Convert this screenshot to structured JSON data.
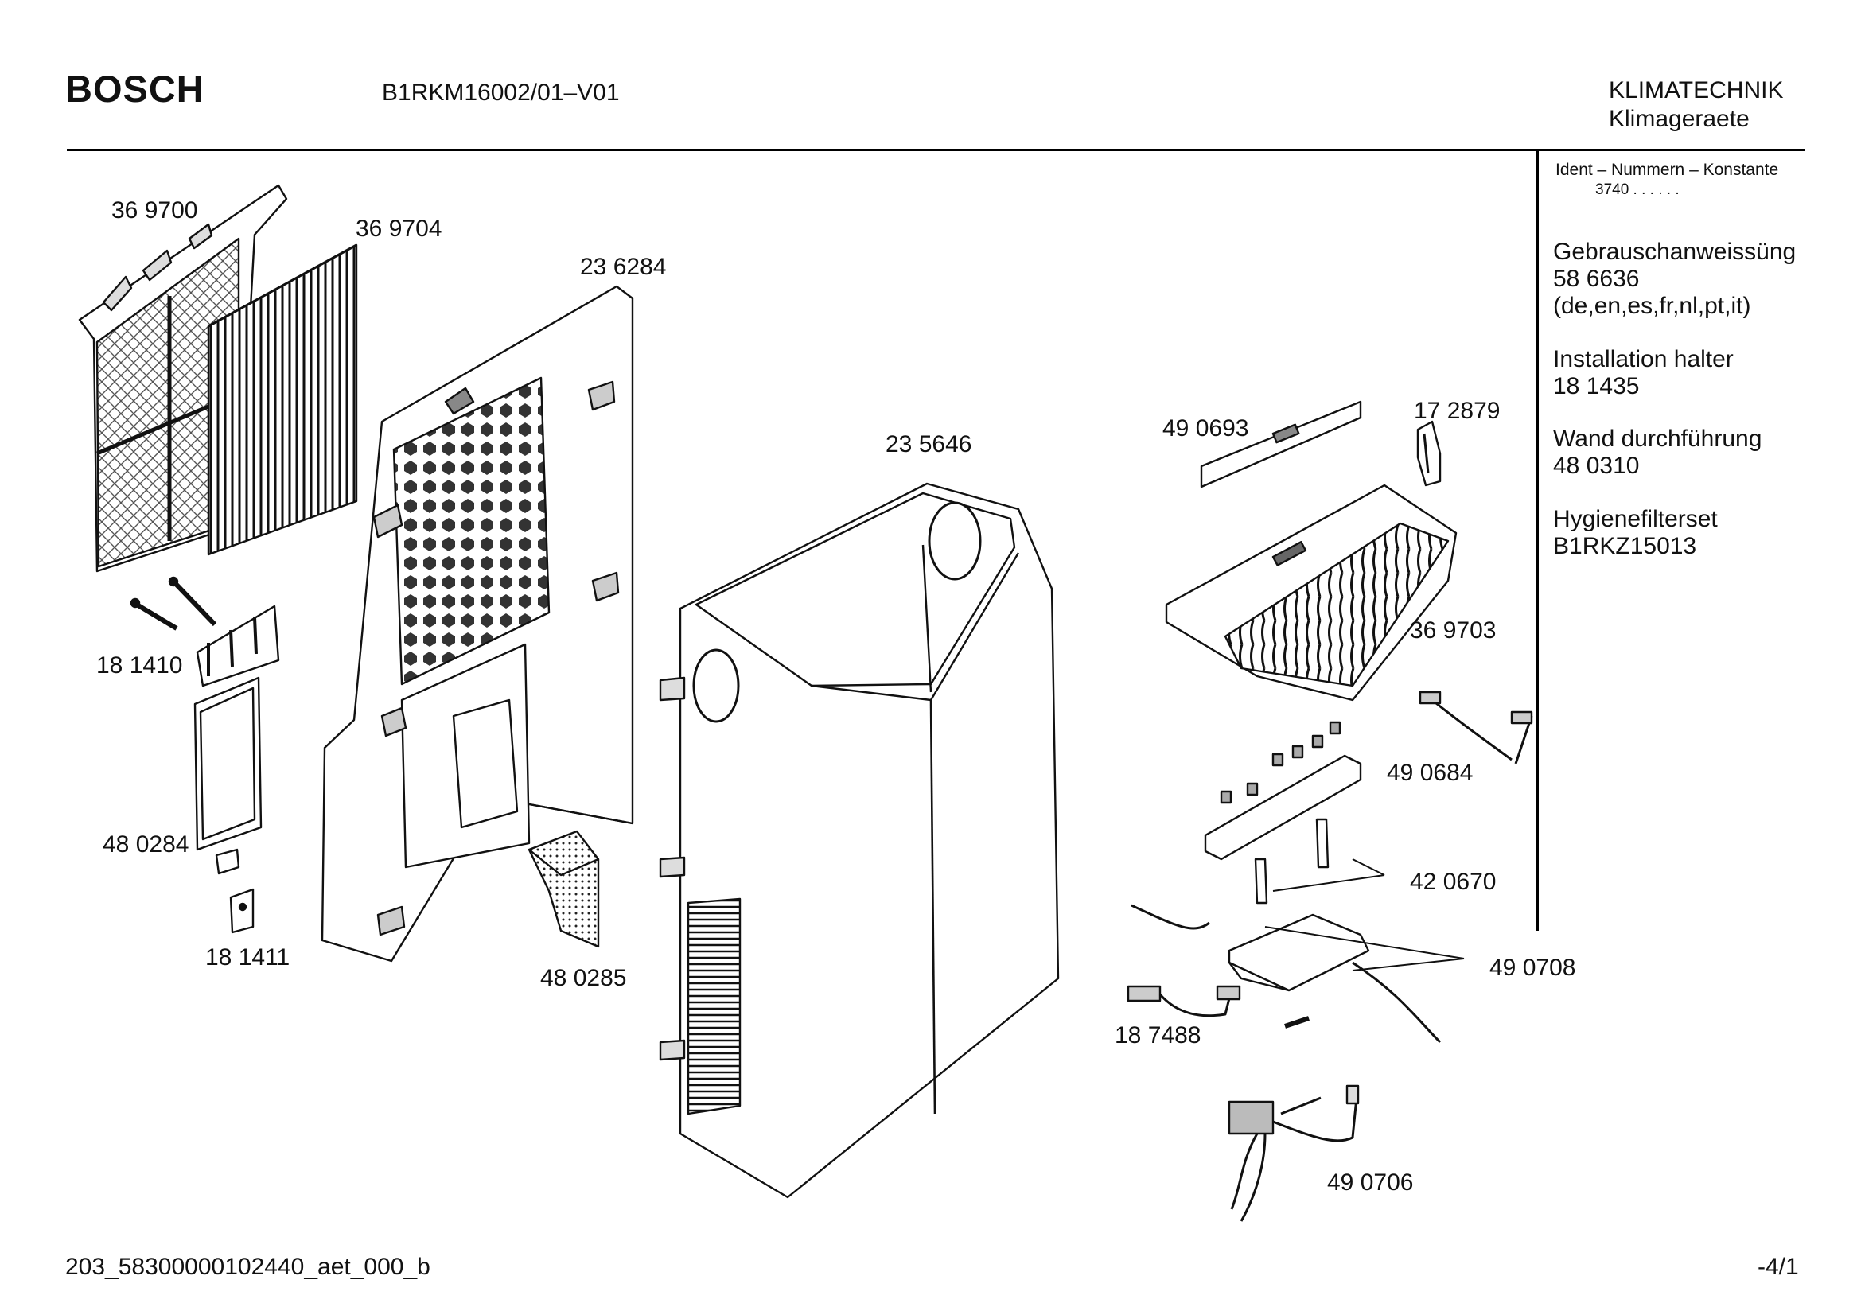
{
  "header": {
    "brand": "BOSCH",
    "model": "B1RKM16002/01–V01",
    "category": "KLIMATECHNIK",
    "subcategory": "Klimageraete"
  },
  "sidebar": {
    "ident_label": "Ident – Nummern – Konstante",
    "ident_code": "3740 . . . . . .",
    "items": [
      {
        "title": "Gebrauschanweissüng",
        "lines": [
          "58 6636",
          "(de,en,es,fr,nl,pt,it)"
        ]
      },
      {
        "title": "Installation halter",
        "lines": [
          "18 1435"
        ]
      },
      {
        "title": "Wand durchführung",
        "lines": [
          "48 0310"
        ]
      },
      {
        "title": "Hygienefilterset",
        "lines": [
          "B1RKZ15013"
        ]
      }
    ]
  },
  "parts": {
    "p369700": "36 9700",
    "p369704": "36 9704",
    "p236284": "23 6284",
    "p181410": "18 1410",
    "p480284": "48 0284",
    "p181411": "18 1411",
    "p480285": "48 0285",
    "p235646": "23 5646",
    "p490693": "49 0693",
    "p172879": "17 2879",
    "p369703": "36 9703",
    "p490684": "49 0684",
    "p420670": "42 0670",
    "p490708": "49 0708",
    "p187488": "18 7488",
    "p490706": "49 0706"
  },
  "footer": {
    "doc_id": "203_58300000102440_aet_000_b",
    "page": "-4/1"
  }
}
